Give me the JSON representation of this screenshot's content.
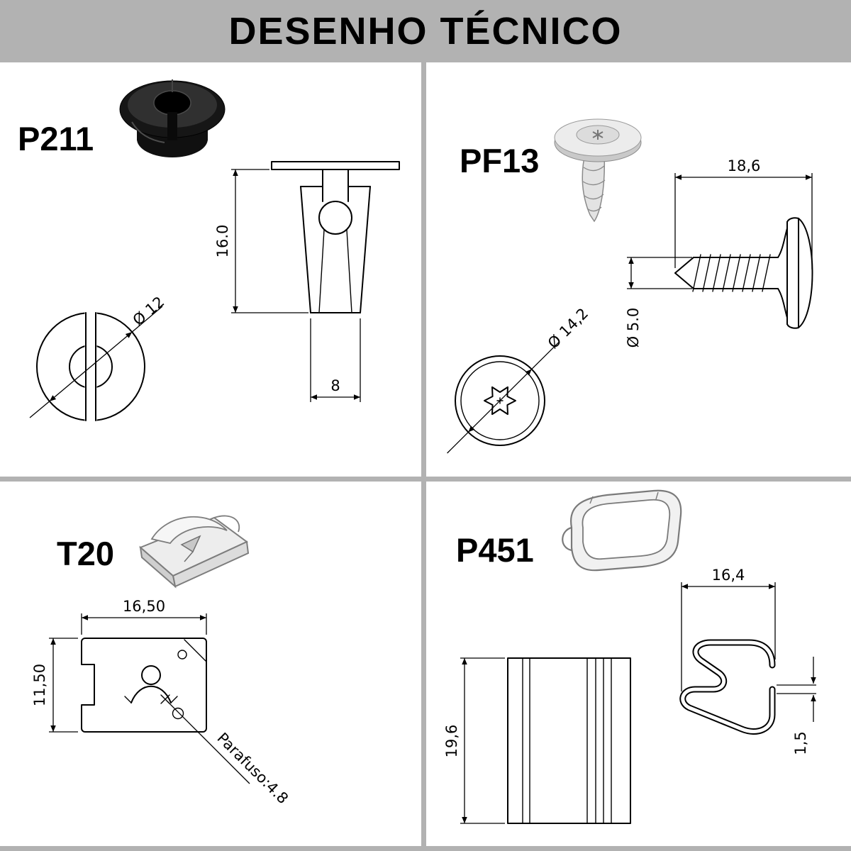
{
  "title": "DESENHO TÉCNICO",
  "parts": {
    "p211": {
      "label": "P211",
      "dim_height": "16.0",
      "dim_width": "8",
      "dim_diameter": "Ø 12"
    },
    "pf13": {
      "label": "PF13",
      "dim_length": "18,6",
      "dim_head_diameter": "Ø 14,2",
      "dim_shaft_diameter": "Ø 5.0"
    },
    "t20": {
      "label": "T20",
      "dim_width": "16,50",
      "dim_height": "11,50",
      "screw_note": "Parafuso:4.8"
    },
    "p451": {
      "label": "P451",
      "dim_width": "16,4",
      "dim_height": "19,6",
      "dim_thickness": "1,5"
    }
  }
}
